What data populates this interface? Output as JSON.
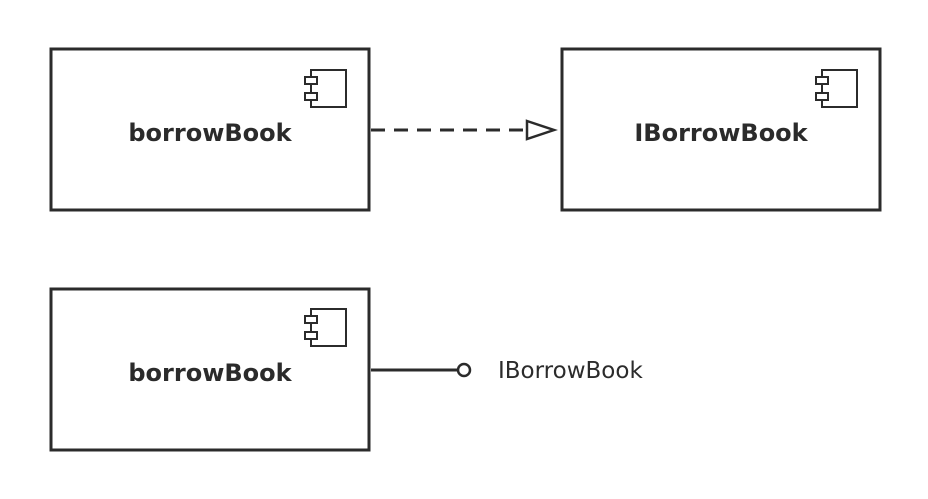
{
  "diagram": {
    "realization": {
      "client": {
        "name": "borrowBook",
        "icon": "uml-component-icon"
      },
      "supplier": {
        "name": "IBorrowBook",
        "icon": "uml-component-icon"
      },
      "relation": "realization"
    },
    "provided_interface": {
      "component": {
        "name": "borrowBook",
        "icon": "uml-component-icon"
      },
      "interface_label": "IBorrowBook",
      "relation": "provided-interface"
    },
    "colors": {
      "stroke": "#2b2b2b",
      "background": "#ffffff"
    }
  }
}
